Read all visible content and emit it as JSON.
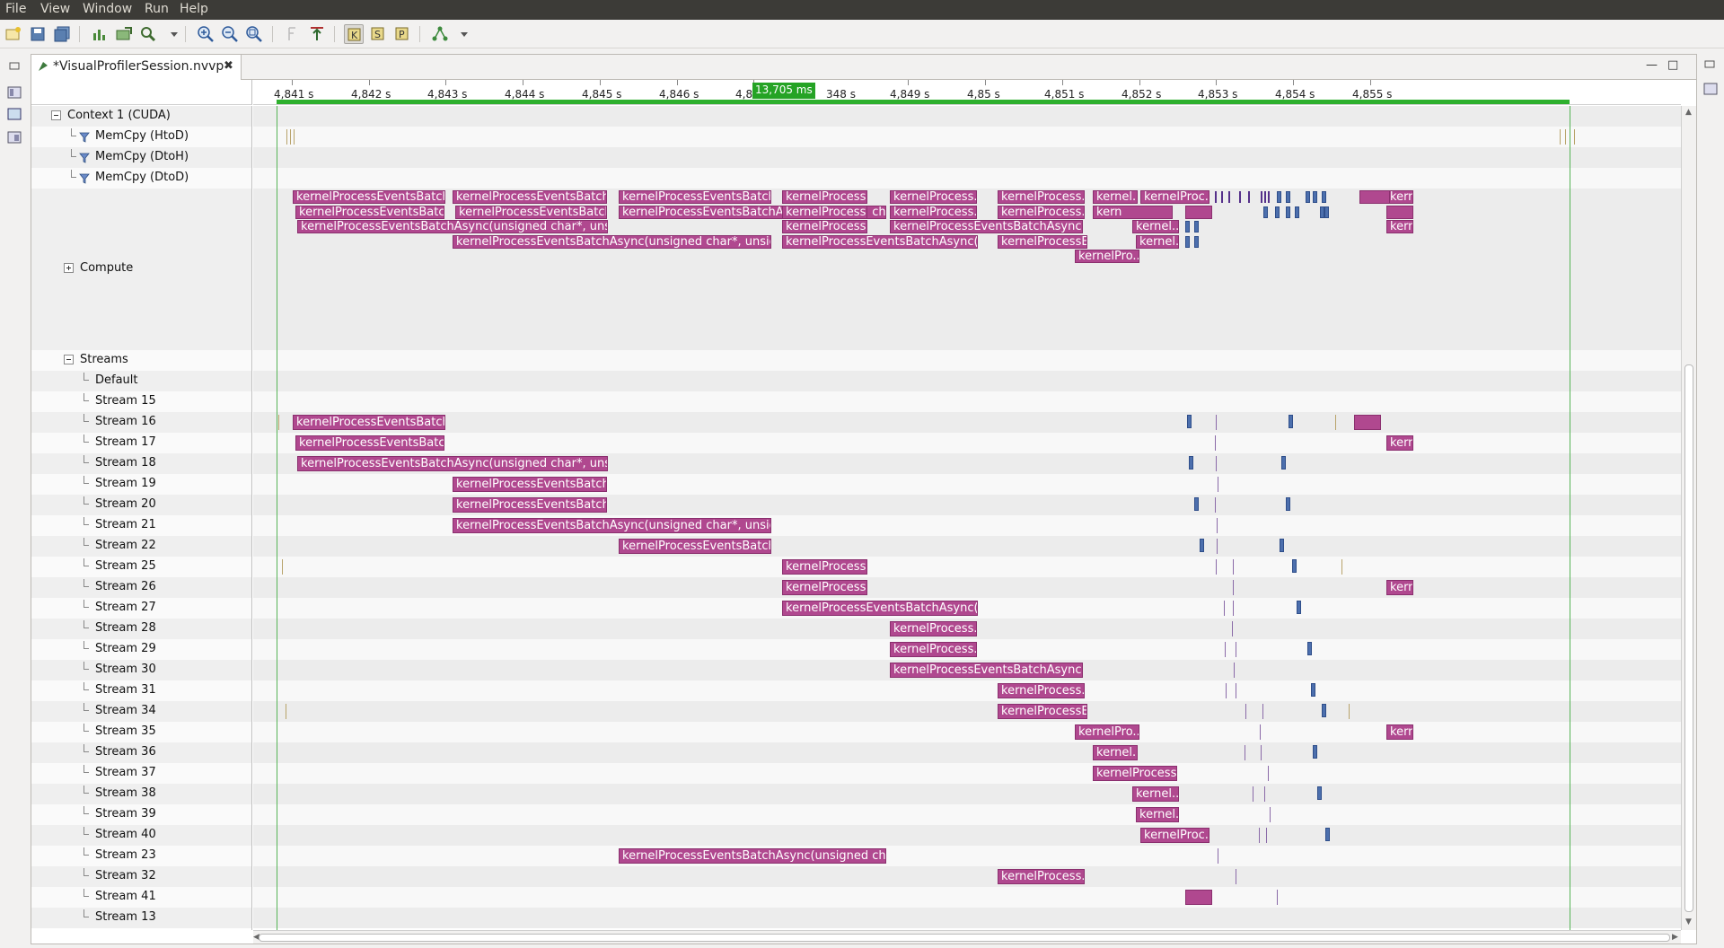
{
  "menubar": {
    "items": [
      "File",
      "View",
      "Window",
      "Run",
      "Help"
    ]
  },
  "toolbar": {
    "buttons": [
      "new-session-icon",
      "save-icon",
      "save-all-icon",
      "add-metrics-icon",
      "export-icon",
      "settings-icon",
      "dropdown-arrow-icon",
      "zoom-in-icon",
      "zoom-out-icon",
      "zoom-fit-icon",
      "filter-disabled-icon",
      "filter-remove-icon",
      "kernel-mode-icon",
      "stream-mode-icon",
      "process-mode-icon",
      "dependency-analysis-icon",
      "dependency-dropdown-icon"
    ]
  },
  "editor": {
    "tab_label": "*VisualProfilerSession.nvvp",
    "tab_close": "✖"
  },
  "ruler": {
    "ticks": [
      "4,841 s",
      "4,842 s",
      "4,843 s",
      "4,844 s",
      "4,845 s",
      "4,846 s",
      "4,847 s",
      "4,848 s",
      "4,849 s",
      "4,85 s",
      "4,851 s",
      "4,852 s",
      "4,853 s",
      "4,854 s",
      "4,855 s"
    ],
    "selected_range": "13,705 ms",
    "cursor_tick_partial": "348 s"
  },
  "tree": {
    "context": "Context 1 (CUDA)",
    "memcpy": [
      "MemCpy (HtoD)",
      "MemCpy (DtoH)",
      "MemCpy (DtoD)"
    ],
    "compute": "Compute",
    "streams_header": "Streams",
    "streams": [
      "Default",
      "Stream 15",
      "Stream 16",
      "Stream 17",
      "Stream 18",
      "Stream 19",
      "Stream 20",
      "Stream 21",
      "Stream 22",
      "Stream 25",
      "Stream 26",
      "Stream 27",
      "Stream 28",
      "Stream 29",
      "Stream 30",
      "Stream 31",
      "Stream 34",
      "Stream 35",
      "Stream 36",
      "Stream 37",
      "Stream 38",
      "Stream 39",
      "Stream 40",
      "Stream 23",
      "Stream 32",
      "Stream 41",
      "Stream 13"
    ]
  },
  "kernels": {
    "compute": [
      [
        "kernelProcessEventsBatchA...",
        "kernelProcessEventsBatchAs...",
        "kernelProcessEventsBatchA...",
        "kernelProcess...",
        "kernelProcess...",
        "kernelProcess...",
        "kernel...",
        "kernelProc...",
        "kern"
      ],
      [
        "kernelProcessEventsBatchA...",
        "kernelProcessEventsBatchA...",
        "kernelProcessEventsBatchAsync(unsigned char*, un...",
        "kernelProcess...",
        "kernelProcess...",
        "kernelProcess...",
        "kern"
      ],
      [
        "kernelProcessEventsBatchAsync(unsigned char*, unsigned ch...",
        "kernelProcess...",
        "kernelProcessEventsBatchAsync(uns...",
        "kernel...",
        "kern"
      ],
      [
        "kernelProcessEventsBatchAsync(unsigned char*, unsigned cha...",
        "kernelProcessEventsBatchAsync(unsi...",
        "kernelProcessE...",
        "kernel..."
      ],
      [
        "kernelPro..."
      ]
    ],
    "streams": {
      "Stream 16": [
        "kernelProcessEventsBatchA..."
      ],
      "Stream 17": [
        "kernelProcessEventsBatchA...",
        "kern"
      ],
      "Stream 18": [
        "kernelProcessEventsBatchAsync(unsigned char*, unsigned ch..."
      ],
      "Stream 19": [
        "kernelProcessEventsBatchAs..."
      ],
      "Stream 20": [
        "kernelProcessEventsBatchA..."
      ],
      "Stream 21": [
        "kernelProcessEventsBatchAsync(unsigned char*, unsigned cha..."
      ],
      "Stream 22": [
        "kernelProcessEventsBatchA..."
      ],
      "Stream 25": [
        "kernelProcess..."
      ],
      "Stream 26": [
        "kernelProcess...",
        "kern"
      ],
      "Stream 27": [
        "kernelProcessEventsBatchAsync(unsi..."
      ],
      "Stream 28": [
        "kernelProcess..."
      ],
      "Stream 29": [
        "kernelProcess..."
      ],
      "Stream 30": [
        "kernelProcessEventsBatchAsync(uns..."
      ],
      "Stream 31": [
        "kernelProcess..."
      ],
      "Stream 34": [
        "kernelProcessE..."
      ],
      "Stream 35": [
        "kernelPro...",
        "kern"
      ],
      "Stream 36": [
        "kernel..."
      ],
      "Stream 37": [
        "kernelProcess..."
      ],
      "Stream 38": [
        "kernel..."
      ],
      "Stream 39": [
        "kernel..."
      ],
      "Stream 40": [
        "kernelProc..."
      ],
      "Stream 23": [
        "kernelProcessEventsBatchAsync(unsigned char*, un..."
      ],
      "Stream 32": [
        "kernelProcess..."
      ]
    }
  },
  "colors": {
    "kernel": "#b0488f",
    "memcpy": "#b8a36a",
    "range": "#2eb02e",
    "mini_blue": "#4c6fad",
    "mini_purple": "#7a4cad"
  }
}
